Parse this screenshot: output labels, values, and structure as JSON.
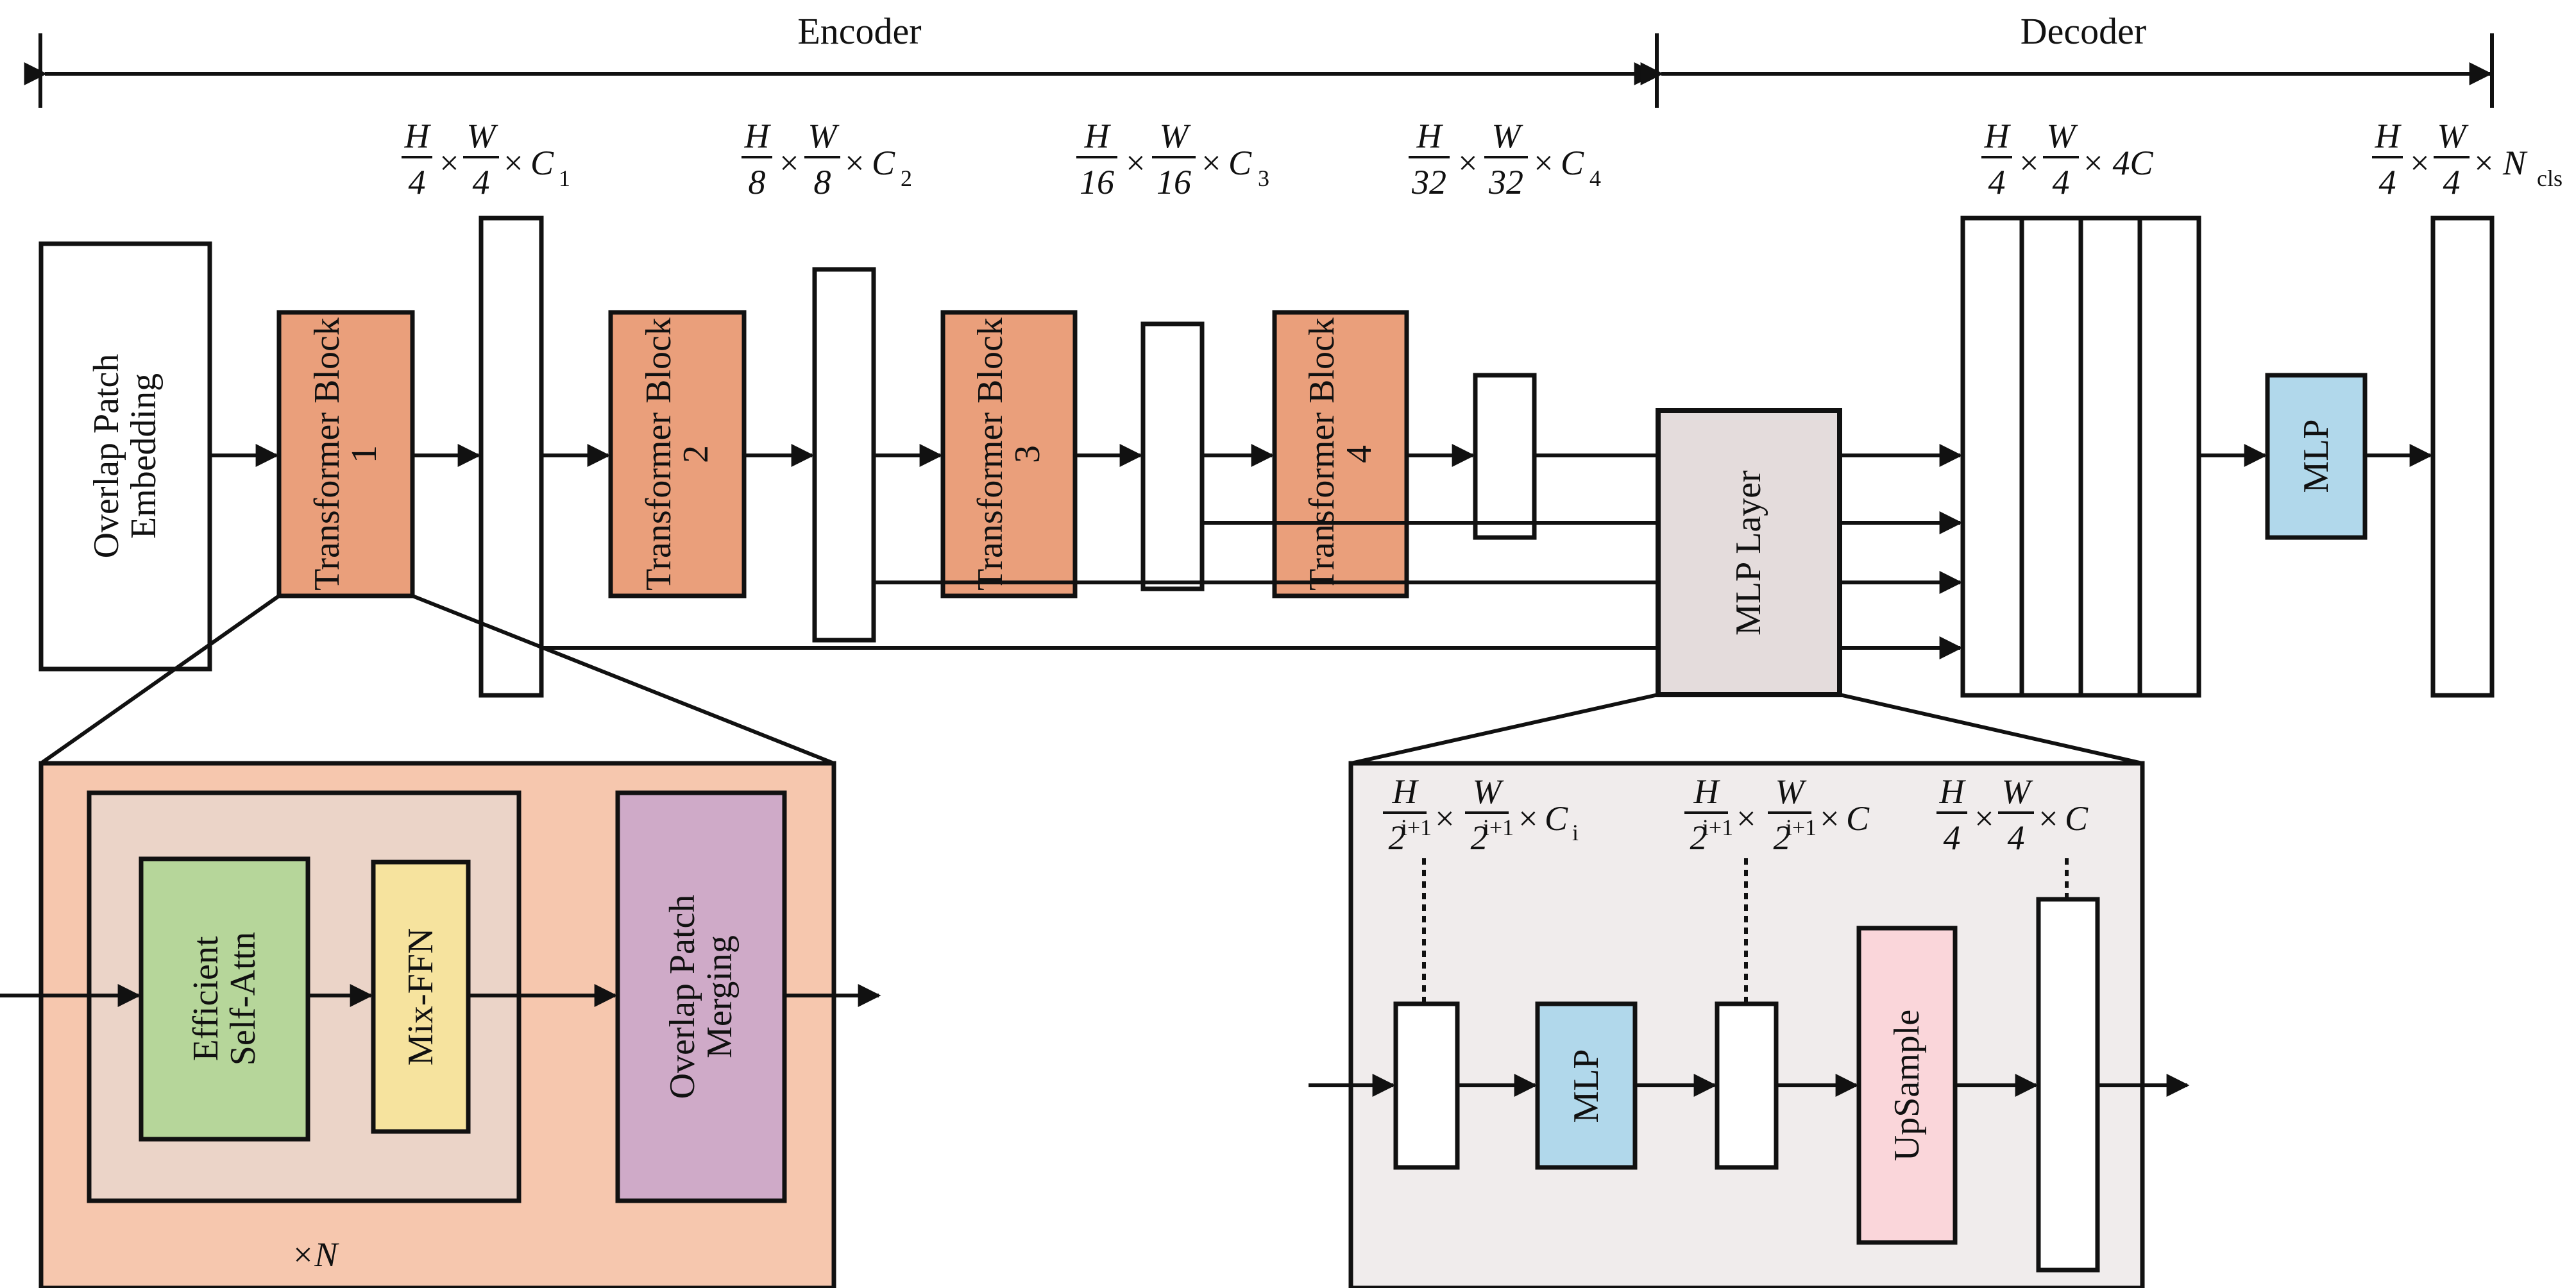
{
  "sections": {
    "encoder_label": "Encoder",
    "decoder_label": "Decoder"
  },
  "encoder": {
    "patch_embedding": "Overlap Patch Embedding",
    "blocks": [
      "Transformer Block 1",
      "Transformer Block 2",
      "Transformer Block 3",
      "Transformer Block 4"
    ],
    "feature_dims": [
      {
        "h": "H",
        "hd": "4",
        "w": "W",
        "wd": "4",
        "c": "C",
        "cs": "1"
      },
      {
        "h": "H",
        "hd": "8",
        "w": "W",
        "wd": "8",
        "c": "C",
        "cs": "2"
      },
      {
        "h": "H",
        "hd": "16",
        "w": "W",
        "wd": "16",
        "c": "C",
        "cs": "3"
      },
      {
        "h": "H",
        "hd": "32",
        "w": "W",
        "wd": "32",
        "c": "C",
        "cs": "4"
      }
    ]
  },
  "decoder": {
    "mlp_layer": "MLP Layer",
    "mlp": "MLP",
    "concat_dim": {
      "h": "H",
      "hd": "4",
      "w": "W",
      "wd": "4",
      "c": "4C"
    },
    "output_dim": {
      "h": "H",
      "hd": "4",
      "w": "W",
      "wd": "4",
      "c": "N",
      "cs": "cls"
    }
  },
  "block_detail": {
    "efficient_self_attn": "Efficient Self-Attn",
    "mix_ffn": "Mix-FFN",
    "overlap_patch_merging": "Overlap Patch Merging",
    "repeat_label": "×N"
  },
  "mlp_detail": {
    "mlp": "MLP",
    "upsample": "UpSample",
    "dims": [
      {
        "h": "H",
        "hd": "2",
        "hsup": "i+1",
        "w": "W",
        "wd": "2",
        "wsup": "i+1",
        "c": "C",
        "cs": "i"
      },
      {
        "h": "H",
        "hd": "2",
        "hsup": "i+1",
        "w": "W",
        "wd": "2",
        "wsup": "i+1",
        "c": "C",
        "cs": ""
      },
      {
        "h": "H",
        "hd": "4",
        "hsup": "",
        "w": "W",
        "wd": "4",
        "wsup": "",
        "c": "C",
        "cs": ""
      }
    ]
  },
  "colors": {
    "transformer_block": "#ea9f7b",
    "mlp_layer": "#e4dcdc",
    "mlp": "#b1d8eb",
    "block_detail_bg": "#f6c7ae",
    "block_detail_inner": "#ebd4c8",
    "self_attn": "#b6d69a",
    "mix_ffn": "#f6e39e",
    "patch_merging": "#cfaac8",
    "mlp_detail_bg": "#f0ecec",
    "upsample": "#fad6da"
  }
}
